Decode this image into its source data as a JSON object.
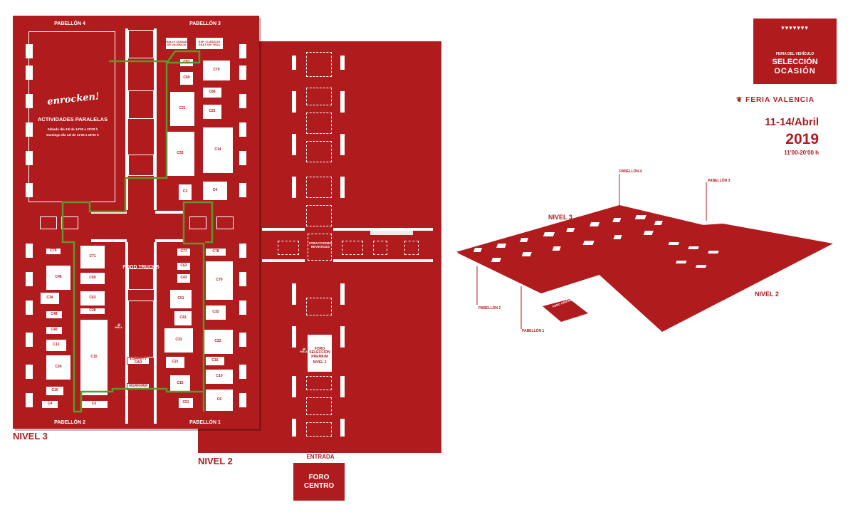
{
  "level3": {
    "label": "NIVEL 3",
    "pavilion4": "PABELLÓN 4",
    "pavilion3": "PABELLÓN 3",
    "pavilion2": "PABELLÓN 2",
    "pavilion1": "PABELLÓN 1",
    "activities_logo": "enrocken!",
    "activities_title": "ACTIVIDADES PARALELAS",
    "activities_line1": "Sábado día 13/ de 14'00 a 20'00 h",
    "activities_line2": "Domingo día 14/ de 11'00 a 18'00 h",
    "rally_label": "RALLY CIUDAD DE VALENCIA",
    "exp_label": "EXP. CLÁSICOS SEAT 600 TESA",
    "food_trucks": "FOOD TRUCKS",
    "safety_car": "2/SAFETY CAR",
    "ganvam": "4/GANVAM",
    "mall_label": "MALL",
    "booths_p3": [
      "C61",
      "C69",
      "C70",
      "C31",
      "C68",
      "C22",
      "C33",
      "C14",
      "C3",
      "C4"
    ],
    "booths_p2": [
      "C76",
      "C71",
      "C46",
      "C69",
      "C34",
      "C63",
      "C28",
      "C48",
      "C46",
      "C12",
      "C24",
      "C15",
      "C10",
      "C4",
      "C5"
    ],
    "booths_p1": [
      "C77",
      "C78",
      "C63",
      "C43",
      "C70",
      "C51",
      "C43",
      "C32",
      "C33",
      "C22",
      "C21",
      "C16",
      "C15",
      "C10",
      "C6",
      "C51"
    ]
  },
  "level2": {
    "label": "NIVEL 2",
    "attractions": "ATRACCIONES INFANTILES",
    "foro": "FORO SELECCIÓN PREMIUM",
    "foro_level": "NIVEL 2",
    "mall_label": "MALL",
    "entrance": "ENTRADA",
    "foro_centro": "FORO CENTRO"
  },
  "brand": {
    "top_small": "FERIA DEL VEHÍCULO",
    "name_line1": "SELECCIÓN",
    "name_line2": "OCASIÓN",
    "organizer": "FERIA VALENCIA",
    "dates": "11-14/Abril",
    "year": "2019",
    "hours": "11'00-20'00 h"
  },
  "iso": {
    "nivel3": "NIVEL 3",
    "nivel2": "NIVEL 2",
    "pav4": "PABELLÓN 4",
    "pav3": "PABELLÓN 3",
    "pav2": "PABELLÓN 2",
    "pav1": "PABELLÓN 1",
    "foro_centro": "FORO CENTRO"
  },
  "colors": {
    "brand_red": "#b01b1e",
    "route_green": "#5a9a2a"
  }
}
